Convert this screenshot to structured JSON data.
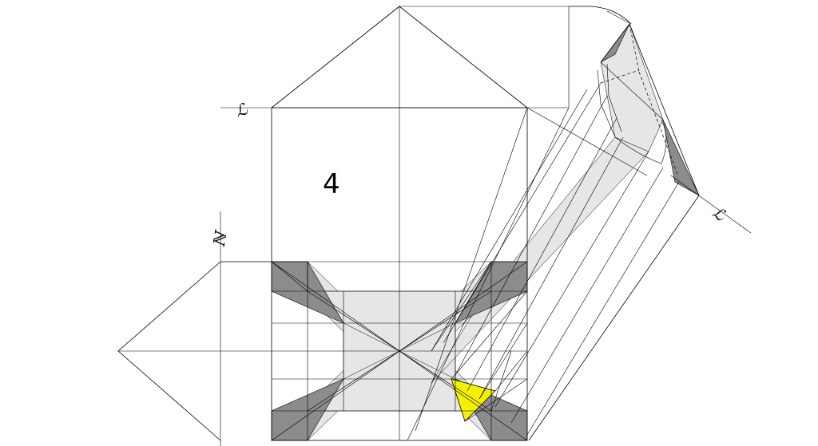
{
  "diagram": {
    "step_number": "4",
    "fold_marks": [
      "ℒ",
      "ℕ",
      "ℒ"
    ],
    "colors": {
      "line": "#000000",
      "shade_dark": "#8c8c8c",
      "shade_light": "#e6e6e6",
      "highlight": "#f5f000",
      "background": "#ffffff"
    }
  }
}
